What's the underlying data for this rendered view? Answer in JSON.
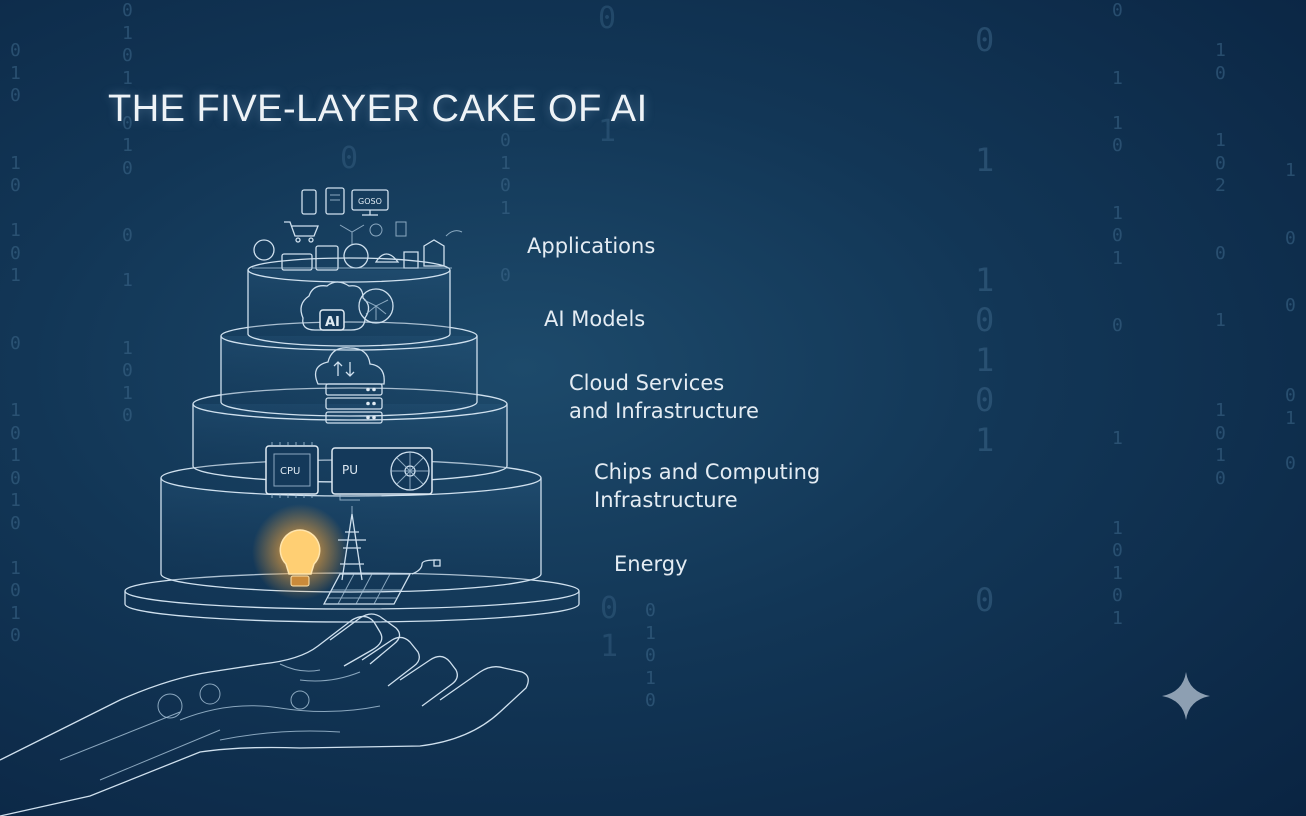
{
  "header": {
    "title": "THE FIVE-LAYER CAKE OF AI"
  },
  "layers": [
    {
      "id": "applications",
      "lines": [
        "Applications"
      ]
    },
    {
      "id": "ai-models",
      "lines": [
        "AI Models"
      ]
    },
    {
      "id": "cloud",
      "lines": [
        "Cloud Services",
        "and Infrastructure"
      ]
    },
    {
      "id": "chips",
      "lines": [
        "Chips and Computing",
        "Infrastructure"
      ]
    },
    {
      "id": "energy",
      "lines": [
        "Energy"
      ]
    }
  ],
  "icon_text": {
    "ai_chip": "AI",
    "cpu": "CPU",
    "gpu": "PU",
    "monitor": "GOSO"
  },
  "icons": {
    "applications": "app-icons-cluster",
    "ai_models": "brain-icon",
    "cloud": "cloud-server-icon",
    "chips": "cpu-gpu-icon",
    "energy": "lightbulb-power-tower-solar-icon",
    "hand": "robotic-hand-icon",
    "corner": "sparkle-icon"
  },
  "colors": {
    "background": "#123656",
    "line": "#cfe0ee",
    "glow": "#f6a63b"
  }
}
